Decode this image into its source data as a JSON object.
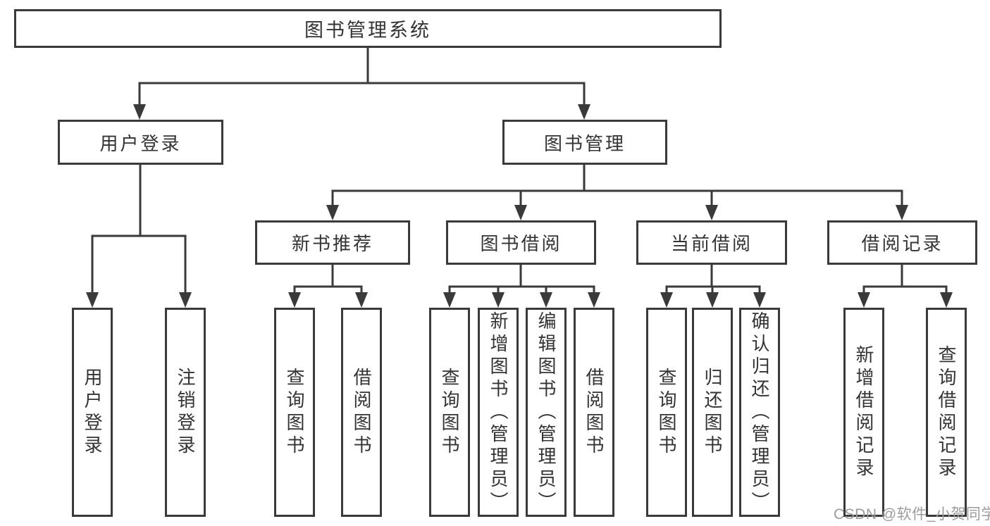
{
  "tree": {
    "root": {
      "label": "图书管理系统",
      "children": [
        {
          "label": "用户登录",
          "children": [
            {
              "label": "用户登录"
            },
            {
              "label": "注销登录"
            }
          ]
        },
        {
          "label": "图书管理",
          "children": [
            {
              "label": "新书推荐",
              "children": [
                {
                  "label": "查询图书"
                },
                {
                  "label": "借阅图书"
                }
              ]
            },
            {
              "label": "图书借阅",
              "children": [
                {
                  "label": "查询图书"
                },
                {
                  "label": "新增图书（管理员）"
                },
                {
                  "label": "编辑图书（管理员）"
                },
                {
                  "label": "借阅图书"
                }
              ]
            },
            {
              "label": "当前借阅",
              "children": [
                {
                  "label": "查询图书"
                },
                {
                  "label": "归还图书"
                },
                {
                  "label": "确认归还（管理员）"
                }
              ]
            },
            {
              "label": "借阅记录",
              "children": [
                {
                  "label": "新增借阅记录"
                },
                {
                  "label": "查询借阅记录"
                }
              ]
            }
          ]
        }
      ]
    }
  },
  "watermark": {
    "text": "CSDN @软件_小贺同学"
  },
  "colors": {
    "line": "#3a3a3a",
    "box_border": "#3a3a3a",
    "text": "#333333",
    "watermark": "#9c9c9c",
    "background": "#ffffff"
  }
}
